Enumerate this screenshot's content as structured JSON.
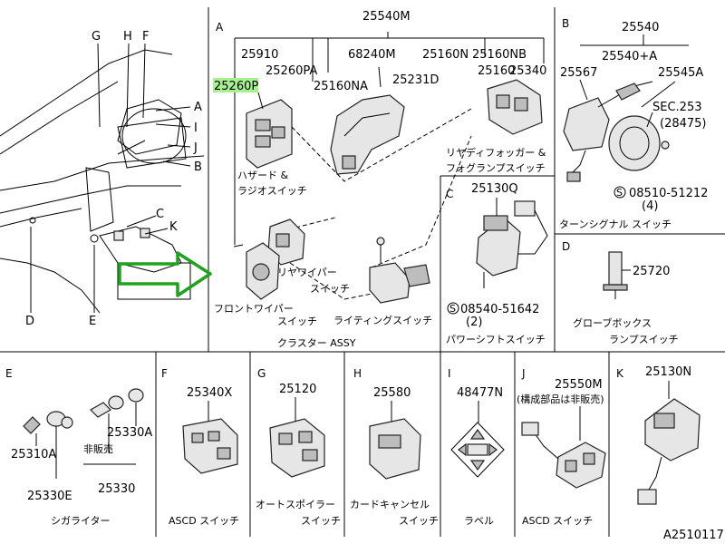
{
  "sections": {
    "A": "A",
    "B": "B",
    "C": "C",
    "D": "D",
    "E": "E",
    "F": "F",
    "G": "G",
    "H": "H",
    "I": "I",
    "J": "J",
    "K": "K"
  },
  "overview_labels": {
    "G": "G",
    "H": "H",
    "F": "F",
    "A": "A",
    "I": "I",
    "J": "J",
    "B": "B",
    "C": "C",
    "K": "K",
    "D": "D",
    "E": "E"
  },
  "part_numbers": {
    "p25540M": "25540M",
    "p25910": "25910",
    "p25260PA": "25260PA",
    "p68240M": "68240M",
    "p25160N": "25160N",
    "p25160NB": "25160NB",
    "p25260P": "25260P",
    "p25160NA": "25160NA",
    "p25231D": "25231D",
    "p25160": "25160",
    "p25340": "25340",
    "p25540": "25540",
    "p25540A": "25540+A",
    "p25567": "25567",
    "p25545A": "25545A",
    "sec253": "SEC.253",
    "p28475": "(28475)",
    "p08510": "08510-51212",
    "p08510qty": "(4)",
    "p25130Q": "25130Q",
    "p08540": "08540-51642",
    "p08540qty": "(2)",
    "p25720": "25720",
    "p25310A": "25310A",
    "p25330A": "25330A",
    "p25330E": "25330E",
    "p25330": "25330",
    "p25340X": "25340X",
    "p25120": "25120",
    "p25580": "25580",
    "p48477N": "48477N",
    "p25550M": "25550M",
    "p25130N": "25130N"
  },
  "captions": {
    "hazard_radio_1": "ハザード &",
    "hazard_radio_2": "ラジオスイッチ",
    "rear_defog_1": "リヤディフォッガー &",
    "rear_defog_2": "フォグランプスイッチ",
    "rear_wiper_1": "リヤワイパー",
    "rear_wiper_2": "スイッチ",
    "front_wiper_1": "フロントワイパー",
    "front_wiper_2": "スイッチ",
    "lighting": "ライティングスイッチ",
    "cluster": "クラスター ASSY",
    "turn_signal": "ターンシグナル スイッチ",
    "power_shift": "パワーシフトスイッチ",
    "glovebox_1": "グローブボックス",
    "glovebox_2": "ランプスイッチ",
    "not_sold": "非販売",
    "cigar": "シガライター",
    "ascd_f": "ASCD スイッチ",
    "spoiler_1": "オートスポイラー",
    "spoiler_2": "スイッチ",
    "card_cancel_1": "カードキャンセル",
    "card_cancel_2": "スイッチ",
    "label": "ラベル",
    "components_not_sold": "(構成部品は非販売)",
    "ascd_j": "ASCD スイッチ"
  },
  "drawing_code": "A2510117",
  "highlight": {
    "color": "#a6f28f",
    "arrow_color": "#1fa31f"
  }
}
